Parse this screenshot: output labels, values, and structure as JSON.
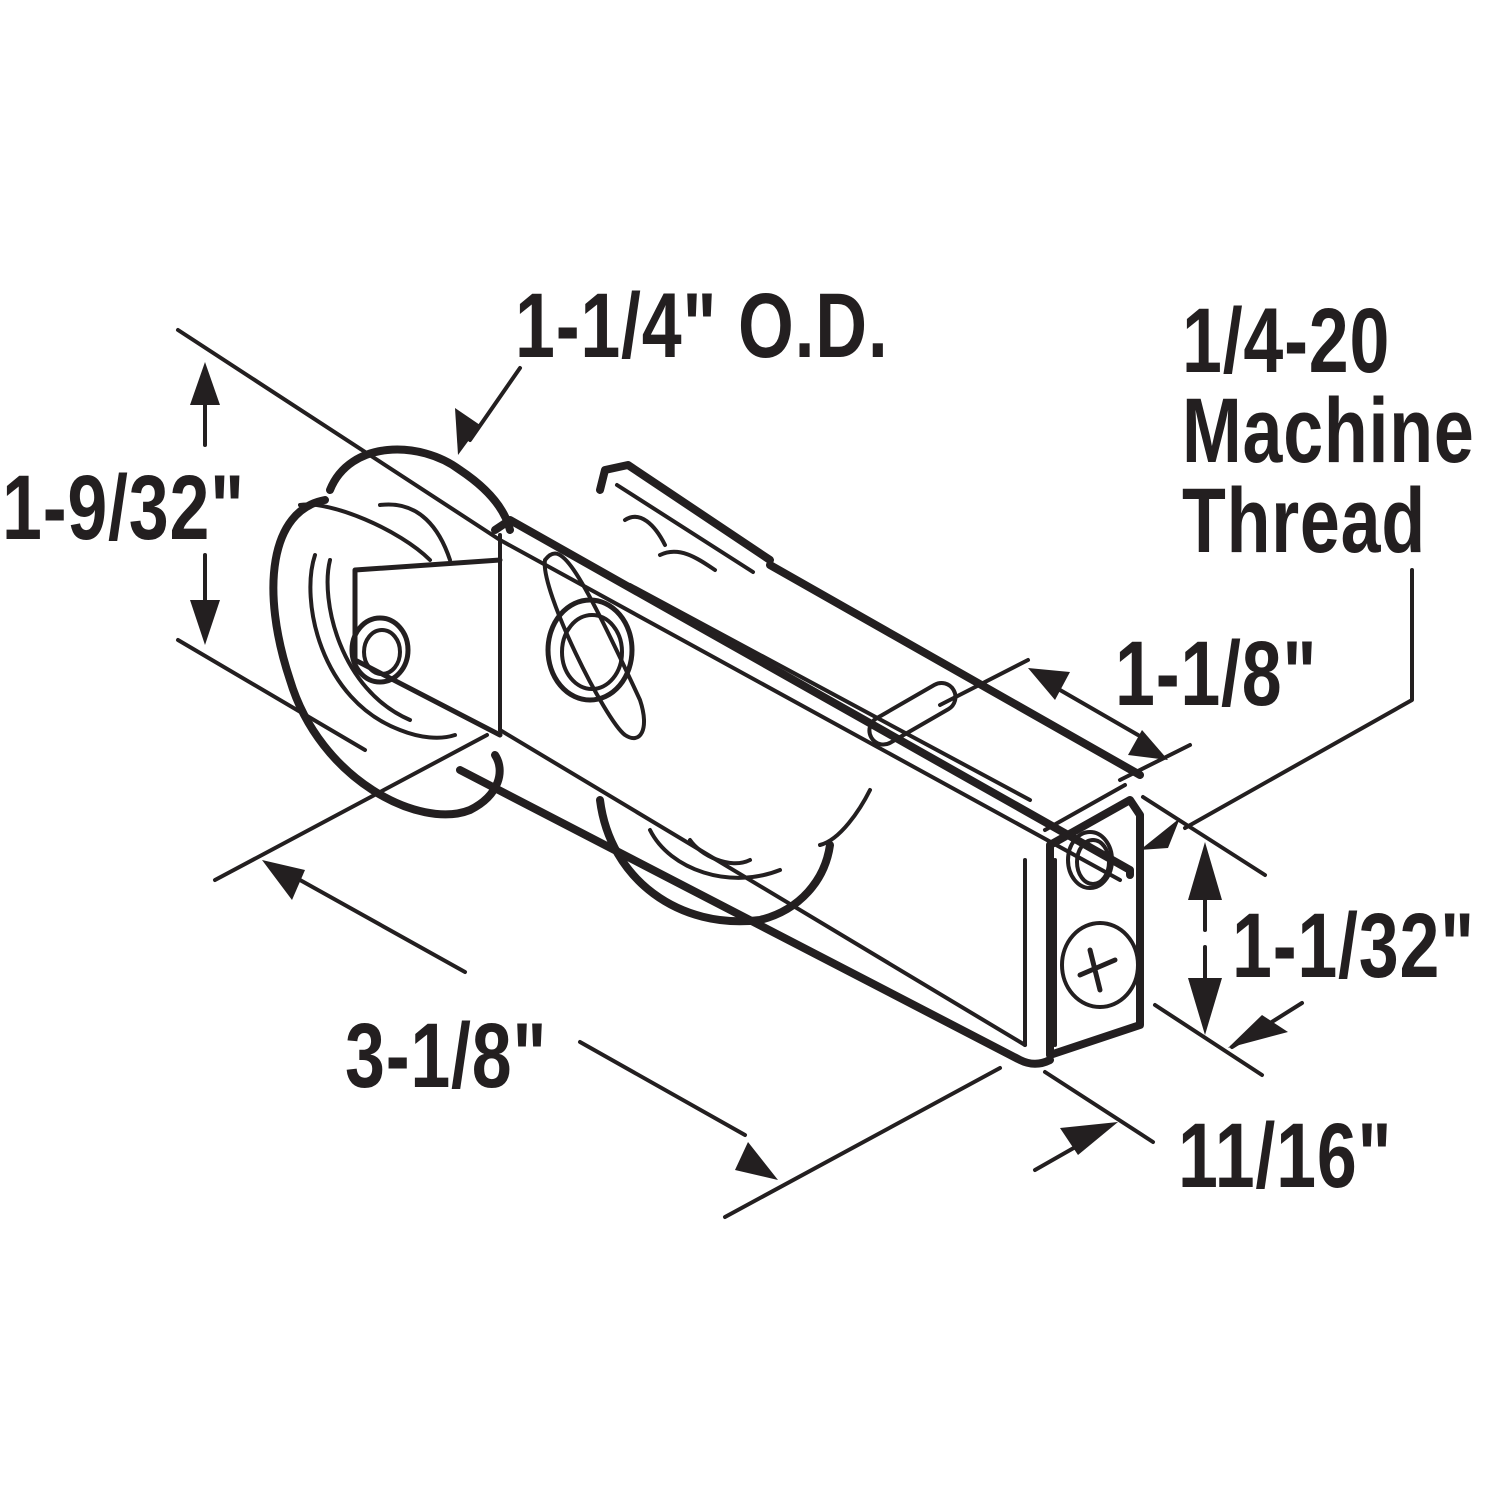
{
  "diagram": {
    "subject": "Sliding door roller assembly",
    "colors": {
      "ink": "#231f20",
      "background": "#ffffff"
    },
    "dimensions": {
      "wheel_od": "1-1/4\" O.D.",
      "overall_height": "1-9/32\"",
      "overall_length": "3-1/8\"",
      "adjust_length": "1-1/8\"",
      "housing_height": "1-1/32\"",
      "housing_width": "11/16\""
    },
    "thread_callout": {
      "line1": "1/4-20",
      "line2": "Machine",
      "line3": "Thread"
    }
  }
}
